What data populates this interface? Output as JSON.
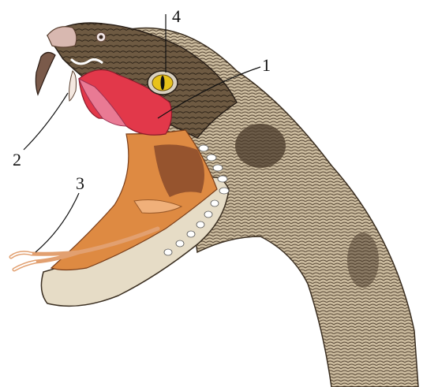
{
  "figure": {
    "subject": "snake-head-open-mouth-illustration",
    "callouts": [
      {
        "id": "c1",
        "label": "1",
        "points_to": "venom-gland"
      },
      {
        "id": "c2",
        "label": "2",
        "points_to": "fang"
      },
      {
        "id": "c3",
        "label": "3",
        "points_to": "forked-tongue"
      },
      {
        "id": "c4",
        "label": "4",
        "points_to": "eye"
      }
    ]
  },
  "colors": {
    "scales_dark": "#5b4a36",
    "scales_light": "#c9b89a",
    "skin_belly": "#e9e2d0",
    "mouth_inner": "#d9803a",
    "mouth_deep": "#8a4a2a",
    "gland_red": "#e0303a",
    "gland_pink": "#e86a8a",
    "eye_yellow": "#e8c21a",
    "tongue": "#e8a070",
    "teeth": "#ffffff",
    "line": "#111111"
  }
}
